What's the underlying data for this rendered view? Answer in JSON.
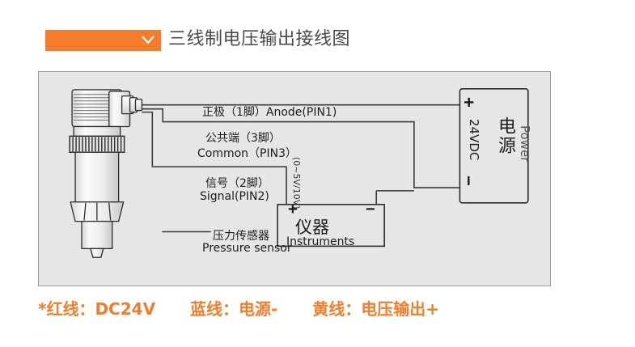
{
  "header": {
    "title": "三线制电压输出接线图",
    "accent_color": "#f47c2a",
    "chevron_icon": "chevron-down-icon"
  },
  "diagram": {
    "background_color": "#e6e6e6",
    "border_color": "#9a9a9a",
    "sensor": {
      "label_cn": "压力传感器",
      "label_en": "Pressure sensor"
    },
    "wires": [
      {
        "name": "anode",
        "label_cn": "正极（1脚）",
        "label_en": "Anode(PIN1)",
        "combined": "正极（1脚）Anode(PIN1)"
      },
      {
        "name": "common",
        "label_cn": "公共端（3脚）",
        "label_en": "Common（PIN3）"
      },
      {
        "name": "signal",
        "label_cn": "信号（2脚）",
        "label_en": "Signal(PIN2)",
        "range": "(0~5V/10V)"
      }
    ],
    "instruments_box": {
      "label_cn": "仪器",
      "label_en": "Instruments",
      "terminal_positive": "+",
      "terminal_negative": "−"
    },
    "power_box": {
      "label_cn": "电源",
      "label_en": "Power",
      "voltage": "24VDC",
      "terminal_positive": "+",
      "terminal_negative": "−"
    }
  },
  "legend": {
    "red": "*红线：DC24V",
    "blue": "蓝线：电源-",
    "yellow": "黄线：电压输出+",
    "color": "#f47c2a"
  }
}
